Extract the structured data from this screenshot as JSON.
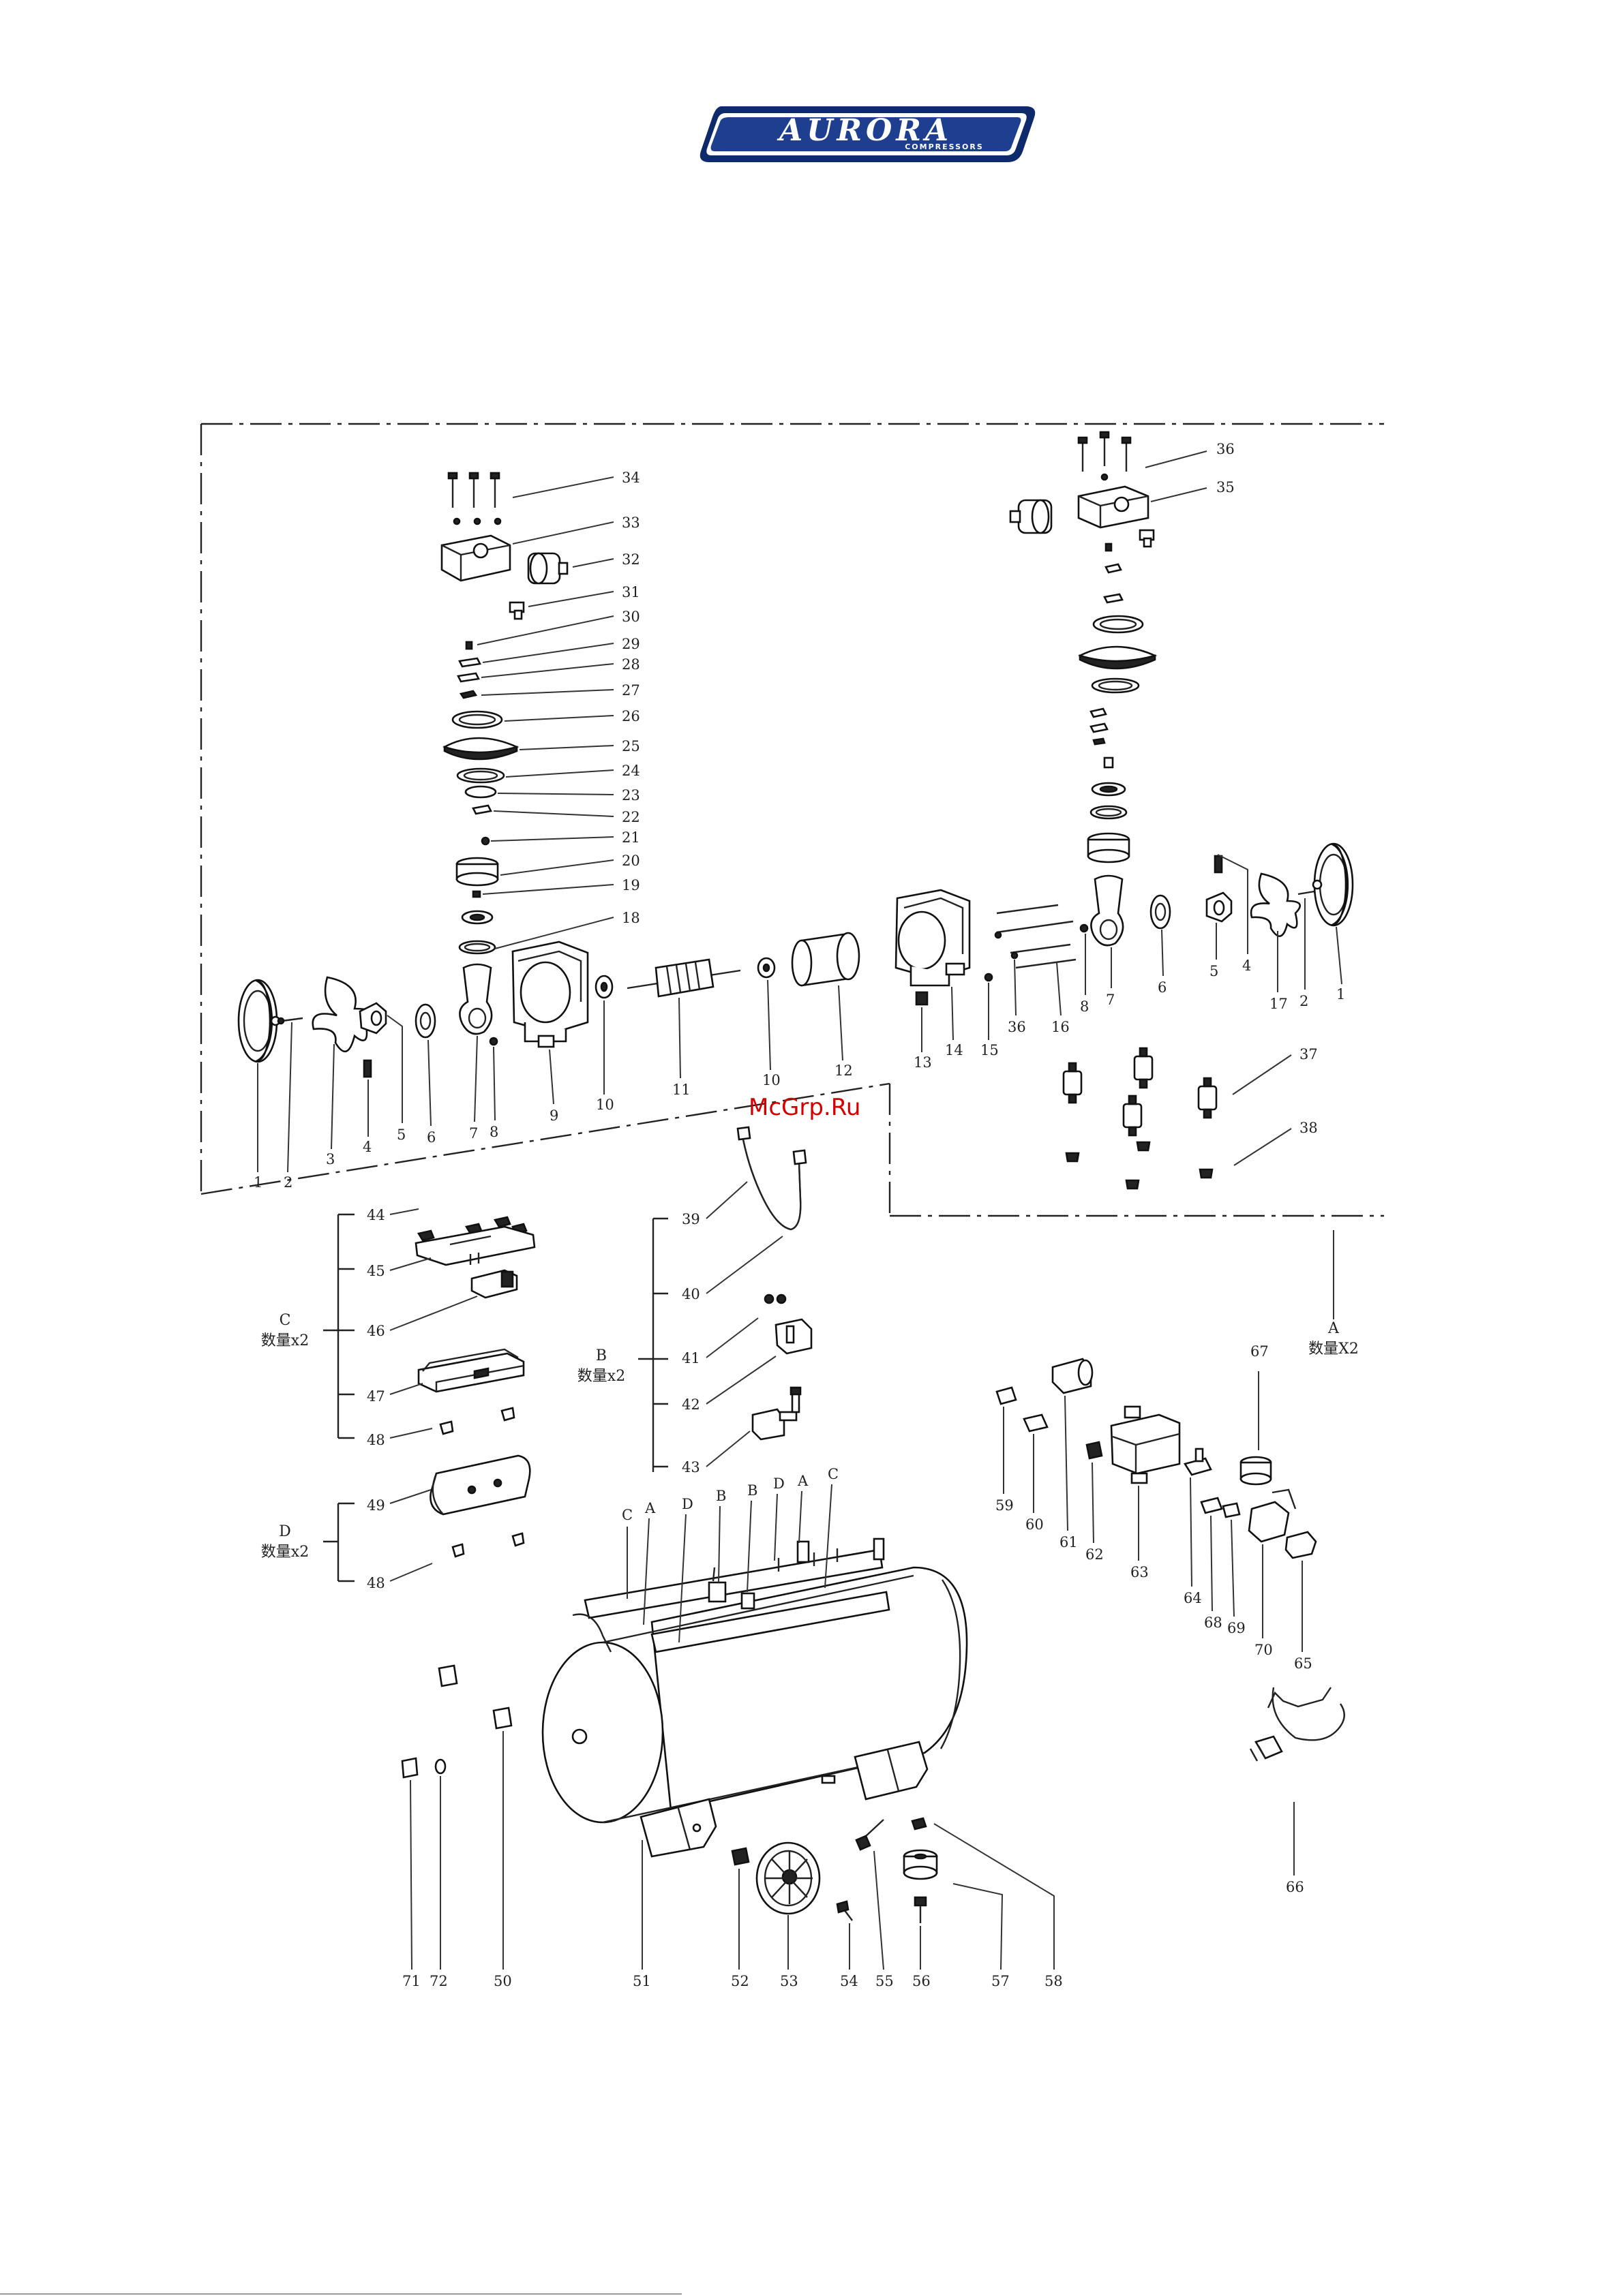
{
  "logo": {
    "brand": "AURORA",
    "sub": "COMPRESSORS",
    "fill": "#1e3f8f"
  },
  "watermark": "McGrp.Ru",
  "groups": {
    "A": {
      "letter": "A",
      "qty": "数量X2"
    },
    "B": {
      "letter": "B",
      "qty": "数量x2"
    },
    "C": {
      "letter": "C",
      "qty": "数量x2"
    },
    "D": {
      "letter": "D",
      "qty": "数量x2"
    }
  },
  "tank_letters": [
    "C",
    "A",
    "D",
    "B",
    "B",
    "D",
    "A",
    "C"
  ],
  "parts": {
    "head_left": [
      "34",
      "33",
      "32",
      "31",
      "30",
      "29",
      "28",
      "27",
      "26",
      "25",
      "24",
      "23",
      "22",
      "21",
      "20",
      "19",
      "18"
    ],
    "head_right": [
      "36",
      "35"
    ],
    "row_left": [
      "1",
      "2",
      "3",
      "4",
      "5",
      "6",
      "7",
      "8",
      "9",
      "10",
      "11",
      "10",
      "12"
    ],
    "row_right": [
      "13",
      "14",
      "15",
      "36",
      "16",
      "8",
      "7",
      "6",
      "5",
      "4",
      "17",
      "2",
      "1"
    ],
    "feet": [
      "37",
      "38"
    ],
    "group_c": [
      "44",
      "45",
      "46",
      "47",
      "48"
    ],
    "group_d": [
      "49",
      "48"
    ],
    "group_b": [
      "39",
      "40",
      "41",
      "42",
      "43"
    ],
    "fittings": [
      "67",
      "59",
      "60",
      "61",
      "62",
      "63",
      "64",
      "68",
      "69",
      "70",
      "65",
      "66"
    ],
    "bottom": [
      "71",
      "72",
      "50",
      "51",
      "52",
      "53",
      "54",
      "55",
      "56",
      "57",
      "58"
    ]
  }
}
